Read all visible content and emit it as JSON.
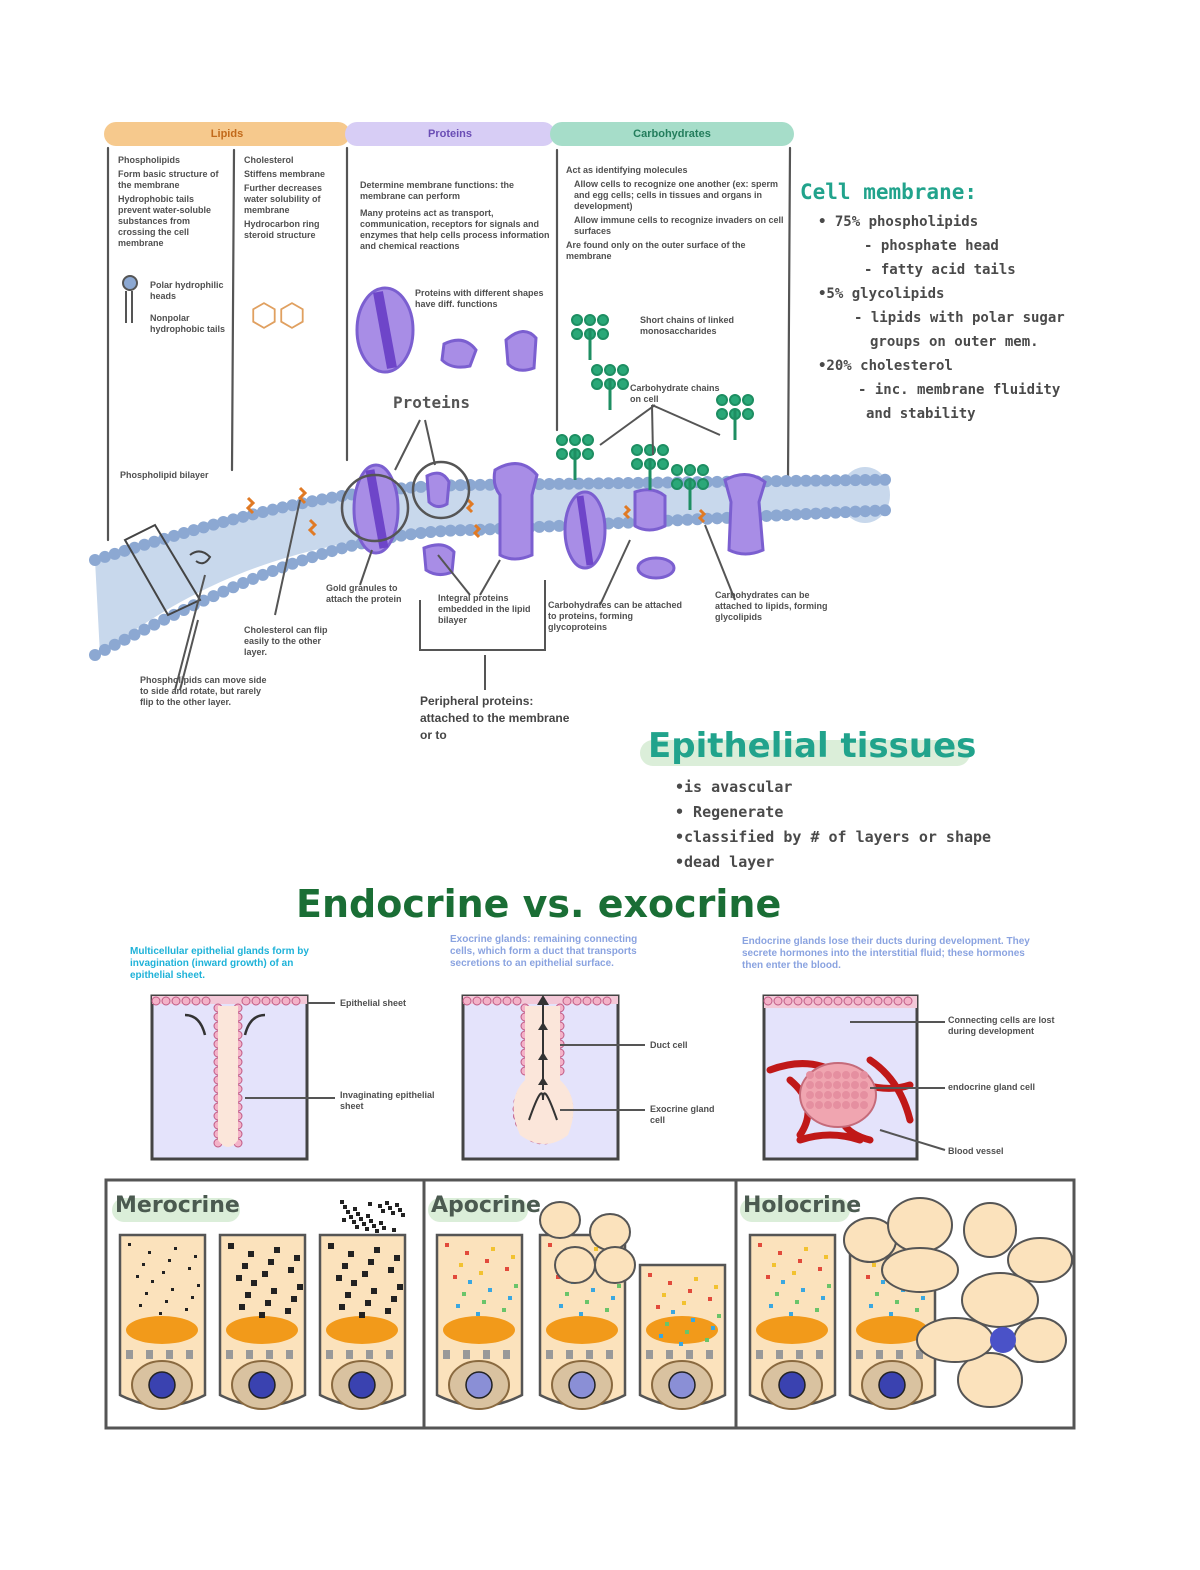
{
  "table": {
    "headers": [
      "Lipids",
      "Proteins",
      "Carbohydrates"
    ],
    "header_colors": [
      "#f6c98d",
      "#d7cdf5",
      "#a6ddc9"
    ],
    "lipids_col1": {
      "title": "Phospholipids",
      "items": [
        "Form basic structure of the membrane",
        "Hydrophobic tails prevent water-soluble substances from crossing the cell membrane"
      ],
      "head_label": "Polar hydrophilic heads",
      "tail_label": "Nonpolar hydrophobic tails"
    },
    "lipids_col2": {
      "title": "Cholesterol",
      "items": [
        "Stiffens membrane",
        "Further decreases water solubility of membrane",
        "Hydrocarbon ring steroid structure"
      ]
    },
    "proteins_col": {
      "items": [
        "Determine membrane functions: the membrane can perform",
        "Many proteins act as transport, communication, receptors for signals and enzymes that help cells process information and chemical reactions"
      ],
      "note": "Proteins with different shapes have diff. functions"
    },
    "carbs_col": {
      "items": [
        "Act as identifying molecules",
        "Allow cells to recognize one another (ex: sperm and egg cells; cells in tissues and organs in development)",
        "Allow immune cells to recognize invaders on cell surfaces",
        "Are found only on the outer surface of the membrane"
      ],
      "note": "Short chains of linked monosaccharides"
    }
  },
  "membrane_labels": {
    "proteins": "Proteins",
    "bilayer": "Phospholipid bilayer",
    "phospholipid": "Phospholipids can move side to side and rotate, but rarely flip to the other layer.",
    "cholesterol": "Cholesterol can flip easily to the other layer.",
    "gold": "Gold granules to attach the protein",
    "integral": "Integral proteins embedded in the lipid bilayer",
    "peripheral": "Peripheral proteins: attached to the membrane or to",
    "carb_protein": "Carbohydrates can be attached to proteins, forming glycoproteins",
    "carb_lipid": "Carbohydrates can be attached to lipids, forming glycolipids",
    "carb_chains": "Carbohydrate chains on cell"
  },
  "cell_membrane": {
    "title": "Cell membrane:",
    "lines": [
      "• 75% phospholipids",
      "- phosphate head",
      "- fatty acid tails",
      "•5% glycolipids",
      "- lipids with polar sugar",
      "groups on outer mem.",
      "•20% cholesterol",
      "- inc. membrane fluidity",
      "and stability"
    ]
  },
  "epithelial": {
    "title": "Epithelial tissues",
    "items": [
      "•is avascular",
      "• Regenerate",
      "•classified by # of layers or shape",
      "•dead layer"
    ]
  },
  "endocrine": {
    "title": "Endocrine vs. exocrine",
    "note1": "Multicellular epithelial glands form by invagination (inward growth) of an epithelial sheet.",
    "note2": "Exocrine glands: remaining connecting cells, which form a duct that transports secretions to an epithelial surface.",
    "note3": "Endocrine glands lose their ducts during development. They secrete hormones into the interstitial fluid; these hormones then enter the blood.",
    "labels": {
      "epithelial_sheet": "Epithelial sheet",
      "invaginating": "Invaginating epithelial sheet",
      "duct": "Duct cell",
      "exocrine_cell": "Exocrine gland cell",
      "connecting": "Connecting cells are lost during development",
      "endocrine_cell": "endocrine gland cell",
      "blood": "Blood vessel"
    }
  },
  "secretion": {
    "merocrine": "Merocrine",
    "apocrine": "Apocrine",
    "holocrine": "Holocrine"
  }
}
